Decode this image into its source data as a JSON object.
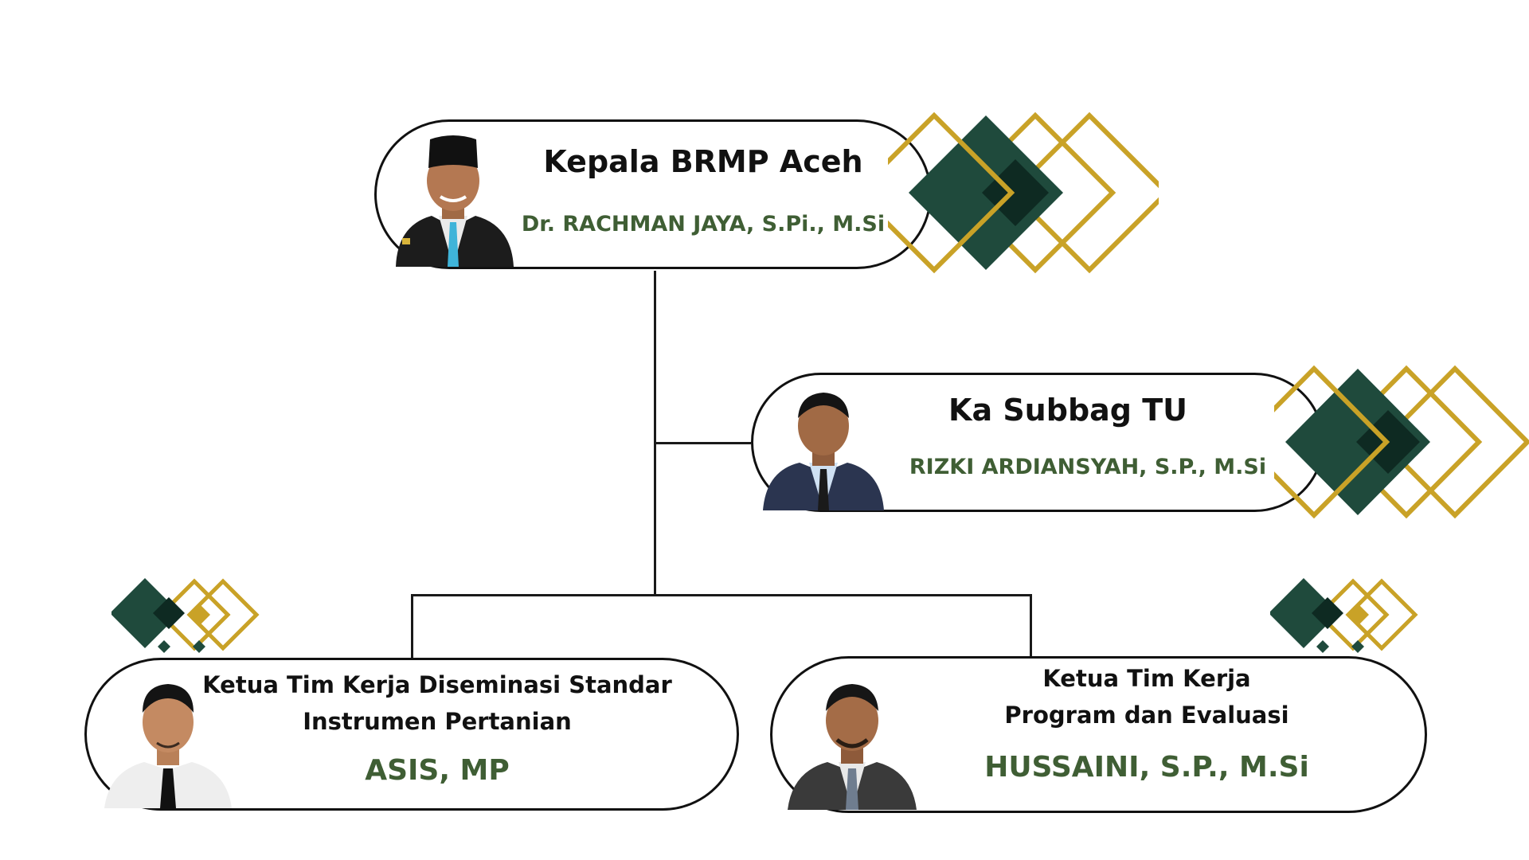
{
  "colors": {
    "dark_green": "#1f4a3c",
    "dark_green_deep": "#0e2a22",
    "gold": "#c9a227",
    "name_green": "#3f5e34",
    "outline": "#111111"
  },
  "head": {
    "title": "Kepala BRMP Aceh",
    "name": "Dr. RACHMAN JAYA, S.Pi., M.Si"
  },
  "subbag": {
    "title": "Ka Subbag TU",
    "name": "RIZKI ARDIANSYAH, S.P., M.Si"
  },
  "team_left": {
    "title_line1": "Ketua Tim Kerja Diseminasi Standar",
    "title_line2": "Instrumen Pertanian",
    "name": "ASIS, MP"
  },
  "team_right": {
    "title_line1": "Ketua Tim Kerja",
    "title_line2": "Program dan Evaluasi",
    "name": "HUSSAINI, S.P., M.Si"
  }
}
